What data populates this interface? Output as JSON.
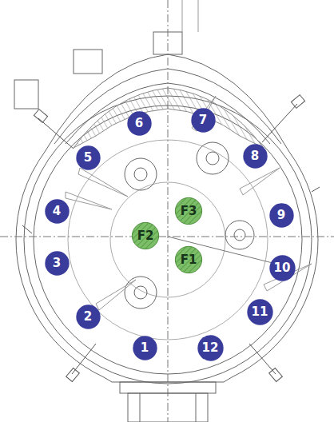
{
  "diagram": {
    "nodes": [
      {
        "text": [
          "1"
        ]
      },
      {
        "text": [
          "2"
        ]
      },
      {
        "text": [
          "3"
        ]
      },
      {
        "text": [
          "4"
        ]
      },
      {
        "text": [
          "5"
        ]
      },
      {
        "text": [
          "6"
        ]
      },
      {
        "text": [
          "7"
        ]
      },
      {
        "text": [
          "8"
        ]
      },
      {
        "text": [
          "9"
        ]
      },
      {
        "text": [
          "10"
        ]
      },
      {
        "text": [
          "11"
        ]
      },
      {
        "text": [
          "12"
        ]
      },
      {
        "text": [
          "F1"
        ]
      },
      {
        "text": [
          "F2"
        ]
      },
      {
        "text": [
          "F3"
        ]
      }
    ]
  }
}
